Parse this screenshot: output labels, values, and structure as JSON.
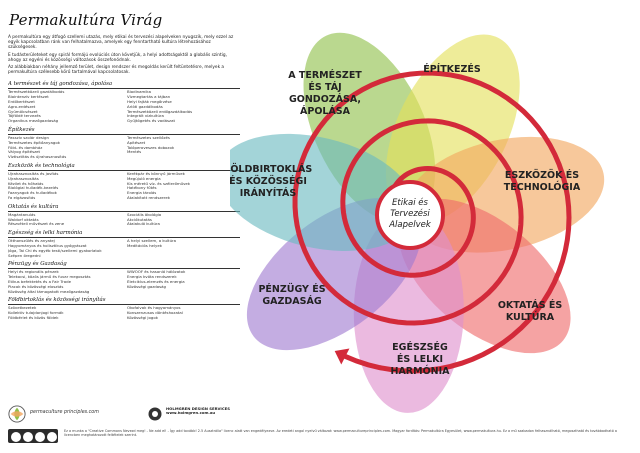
{
  "title": "Permakultúra Virág",
  "intro": [
    "A permakultúra egy átfogó szellemi utazás, mely etikai és tervezési alapelveken nyugszik, mely ezzel az egyik kapcsolatban ránk van felhatalmazva, amelyek egy fenntartható kultúra létrehozásához szükségesek.",
    "E tudásterületeket egy spirál formájú evolúciós úton követjük, a helyi adottságoktól a globális szintig, ahogy az egyéni és közösségi változások összefonódnak.",
    "Az alábbiakban néhány jellemző terület, design rendszer és megoldás került feltüntetésre, melyek a permakultúra szélesebb körű tartalmával kapcsolatosak."
  ],
  "sections": [
    {
      "title": "A természet és táj gondozása, ápolása",
      "items": [
        "Természetközeli gazdálkodás",
        "Biodinamika",
        "Biointenzív kertészet",
        "Vízmegtartás a tájban",
        "Erdőkertészet",
        "Helyi fajták megőrzése",
        "Agro-erdészet",
        "Arlóti gazdálkodás",
        "Gyümölcsészet",
        "Természetközeli erdőgazdálkodás",
        "Tájföldé tervezés",
        "Integrált vízkultúra",
        "Organikus mezőgazdaság",
        "Gyűjtögetés és vadászat"
      ]
    },
    {
      "title": "Építkezés",
      "items": [
        "Passzív szolár design",
        "Természetes szellőzés",
        "Természetes építőanyagok",
        "Ápítészet",
        "Föld- és dombház",
        "Tolóperoveszes dobozok",
        "Vályog építészet",
        "Mentés",
        "Víztisztítás és újrahasznosítás",
        ""
      ]
    },
    {
      "title": "Eszközök és technológia",
      "items": [
        "Újrahasznosítás és javítás",
        "Kerékpár és könnyű járművek",
        "Újrahasznosítás",
        "Megújuló energia",
        "Kézilet és hőhatás",
        "Kis méretű víz- és szélerőművek",
        "Biológiai hulladék-kezelés",
        "Hatékony fűtés",
        "Faanyagok és hulladékok",
        "Energia tárolás",
        "Fa elgázosítás",
        "Átalakított rendszerek"
      ]
    },
    {
      "title": "Oktatás és kultúra",
      "items": [
        "Magántanulás",
        "Szociális ökológia",
        "Waldorf oktatás",
        "Akciókutatás",
        "Részvételi művészet és zene",
        "Átalakuló kultúra"
      ]
    },
    {
      "title": "Egészség és lelki harmónia",
      "items": [
        "Otthonszülés és anyatej",
        "A helyi szellem, a kultúra",
        "Hagyományos és holisztikus gyógyászat",
        "Meditációs helyek",
        "Jóga, Tai Chi és egyéb testi/szellemi gyakorlatok",
        "",
        "Szépen öregedni",
        ""
      ]
    },
    {
      "title": "Pénzügy és Gazdaság",
      "items": [
        "Helyi és regionális pénzek",
        "WWOOF és hasonló hálózatok",
        "Telekocsi, közös jármű és fuvar megosztás",
        "Energia kvóta rendszerek",
        "Etikus befektetés és a Fair Trade",
        "Életciklus-elemzés és energia",
        "Piacok és közösségi elosztás",
        "Közösségi gazdaság",
        "Közösség által támogatott mezőgazdaság",
        ""
      ]
    },
    {
      "title": "Földbirtoklás és közösségi irányítás",
      "items": [
        "Szövetkezetek",
        "Ökofalvak és hagyományos",
        "Kollektív tulajdonjogi formák",
        "Konszenzusos döntéshozatal",
        "Földbérlet és közös földek",
        "Közösségi jogok"
      ]
    }
  ],
  "footer": {
    "url": "permaculture principles.com",
    "org": "HOLMGREN DESIGN SERVICES www.holmgren.com.au"
  },
  "license": "Ez a munka a \"Creative Commons Nevezd meg! - Ne add el! - Így add tovább! 2.5 Ausztrália\" licenc alatt van engedélyezve. Az eredeti angol nyelvű változat: www.permacultureprinciples.com. Magyar fordítás: Permakultúra Egyesület, www.permakultura.hu. Ez a mű szabadon felhasználható, megosztható és továbbadható a licencben meghatározott feltételek szerint.",
  "diagram": {
    "center": [
      "Etikai és",
      "Tervezési",
      "Alapelvek"
    ],
    "petals": [
      {
        "id": "nature",
        "color": "#8fc04a",
        "lines": [
          "A TERMÉSZET",
          "ÉS TÁJ",
          "GONDOZÁSA,",
          "ÁPOLÁSA"
        ]
      },
      {
        "id": "building",
        "color": "#e3e05a",
        "lines": [
          "ÉPÍTKEZÉS"
        ]
      },
      {
        "id": "tools",
        "color": "#f2a65e",
        "lines": [
          "ESZKÖZÖK ÉS",
          "TECHNOLÓGIA"
        ]
      },
      {
        "id": "education",
        "color": "#ef6a6a",
        "lines": [
          "OKTATÁS ÉS",
          "KULTÚRA"
        ]
      },
      {
        "id": "health",
        "color": "#df8fcd",
        "lines": [
          "EGÉSZSÉG",
          "ÉS LELKI",
          "HARMÓNIA"
        ]
      },
      {
        "id": "finance",
        "color": "#a07ad0",
        "lines": [
          "PÉNZÜGY ÉS",
          "GAZDASÁG"
        ]
      },
      {
        "id": "land",
        "color": "#6ab9c0",
        "lines": [
          "FÖLDBIRTOKLÁS",
          "ÉS KÖZÖSSÉGI",
          "IRÁNYÍTÁS"
        ]
      }
    ],
    "spiral_color": "#d32a3a"
  }
}
